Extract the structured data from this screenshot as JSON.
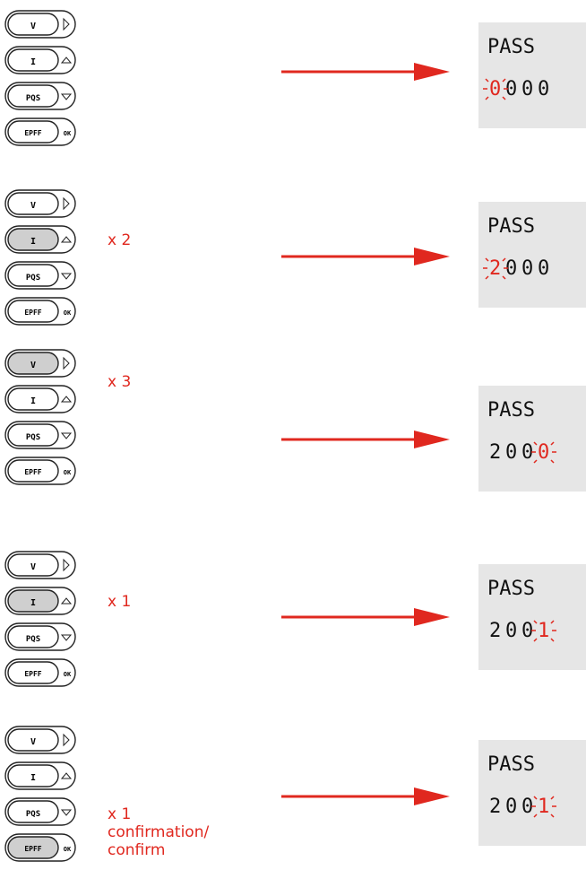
{
  "keypad_labels": [
    "V",
    "I",
    "PQS",
    "EPFF",
    "OK"
  ],
  "display_title": "PASS",
  "colors": {
    "accent": "#e0281f",
    "pressed_key": "#cfcfcf",
    "screen_bg": "#e6e6e6",
    "outline": "#222222"
  },
  "steps": [
    {
      "pressed": null,
      "count": "",
      "count2": "",
      "count3": "",
      "digits": [
        "0",
        "0",
        "0",
        "0"
      ],
      "blink": 0
    },
    {
      "pressed": "I",
      "count": "x 2",
      "count2": "",
      "count3": "",
      "digits": [
        "2",
        "0",
        "0",
        "0"
      ],
      "blink": 0
    },
    {
      "pressed": "V",
      "count": "x 3",
      "count2": "",
      "count3": "",
      "digits": [
        "2",
        "0",
        "0",
        "0"
      ],
      "blink": 3
    },
    {
      "pressed": "I",
      "count": "x 1",
      "count2": "",
      "count3": "",
      "digits": [
        "2",
        "0",
        "0",
        "1"
      ],
      "blink": 3
    },
    {
      "pressed": "EPFF",
      "count": "x 1",
      "count2": "confirmation/",
      "count3": "confirm",
      "digits": [
        "2",
        "0",
        "0",
        "1"
      ],
      "blink": 3
    }
  ]
}
